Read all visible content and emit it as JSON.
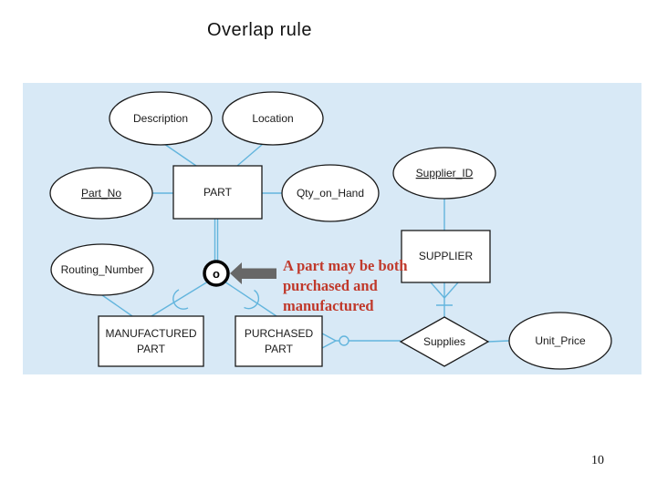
{
  "slide": {
    "title": "Overlap rule",
    "page_number": "10"
  },
  "diagram": {
    "attributes": {
      "description": "Description",
      "location": "Location",
      "part_no": "Part_No",
      "qty_on_hand": "Qty_on_Hand",
      "supplier_id": "Supplier_ID",
      "routing_number": "Routing_Number",
      "unit_price": "Unit_Price"
    },
    "entities": {
      "part": "PART",
      "supplier": "SUPPLIER",
      "manufactured_part_line1": "MANUFACTURED",
      "manufactured_part_line2": "PART",
      "purchased_part_line1": "PURCHASED",
      "purchased_part_line2": "PART"
    },
    "relationships": {
      "supplies": "Supplies"
    },
    "overlap_marker": "o",
    "annotation": {
      "line1": "A part may be both",
      "line2": "purchased and",
      "line3": "manufactured"
    },
    "colors": {
      "panel_background": "#d8e9f6",
      "connector_blue": "#63b5dd",
      "shape_outline": "#1a1a1a",
      "annotation_red": "#c0392b",
      "arrow_gray": "#676767"
    }
  }
}
